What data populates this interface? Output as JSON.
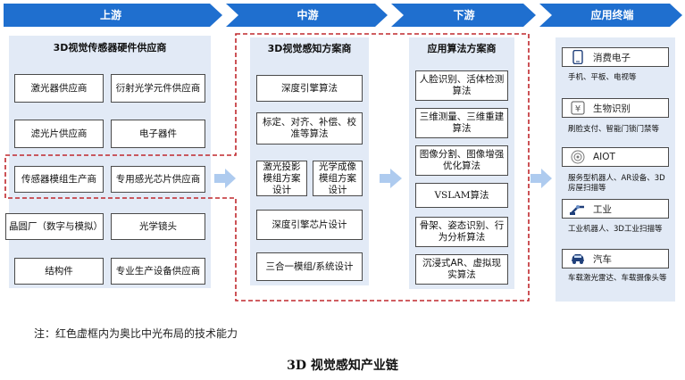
{
  "header": {
    "stages": [
      {
        "label": "上游"
      },
      {
        "label": "中游"
      },
      {
        "label": "下游"
      },
      {
        "label": "应用终端"
      }
    ]
  },
  "upstream": {
    "title": "3D视觉传感器硬件供应商",
    "items": [
      "激光器供应商",
      "衍射光学元件供应商",
      "滤光片供应商",
      "电子器件",
      "传感器模组生产商",
      "专用感光芯片供应商",
      "晶圆厂（数字与模拟）",
      "光学镜头",
      "结构件",
      "专业生产设备供应商"
    ]
  },
  "midstream": {
    "title": "3D视觉感知方案商",
    "items": [
      "深度引擎算法",
      "标定、对齐、补偿、校准等算法",
      "激光投影模组方案设计",
      "光学成像模组方案设计",
      "深度引擎芯片设计",
      "三合一模组/系统设计"
    ]
  },
  "downstream": {
    "title": "应用算法方案商",
    "items": [
      "人脸识别、活体检测算法",
      "三维测量、三维重建算法",
      "图像分割、图像增强优化算法",
      "VSLAM算法",
      "骨架、姿态识别、行为分析算法",
      "沉浸式AR、虚拟现实算法"
    ]
  },
  "applications": [
    {
      "title": "消费电子",
      "desc": "手机、平板、电视等",
      "icon": "smartphone-icon"
    },
    {
      "title": "生物识别",
      "desc": "刷脸支付、智能门锁门禁等",
      "icon": "payment-icon"
    },
    {
      "title": "AIOT",
      "desc": "服务型机器人、AR设备、3D房屋扫描等",
      "icon": "aiot-icon"
    },
    {
      "title": "工业",
      "desc": "工业机器人、3D工业扫描等",
      "icon": "robot-arm-icon"
    },
    {
      "title": "汽车",
      "desc": "车载激光雷达、车载摄像头等",
      "icon": "car-icon"
    }
  ],
  "note": "注：红色虚框内为奥比中光布局的技术能力",
  "caption": "3D 视觉感知产业链",
  "colors": {
    "header": "#1f6fcf",
    "panel": "#e2eaf6",
    "arrow": "#aecbef",
    "dashed": "#c0282d"
  }
}
